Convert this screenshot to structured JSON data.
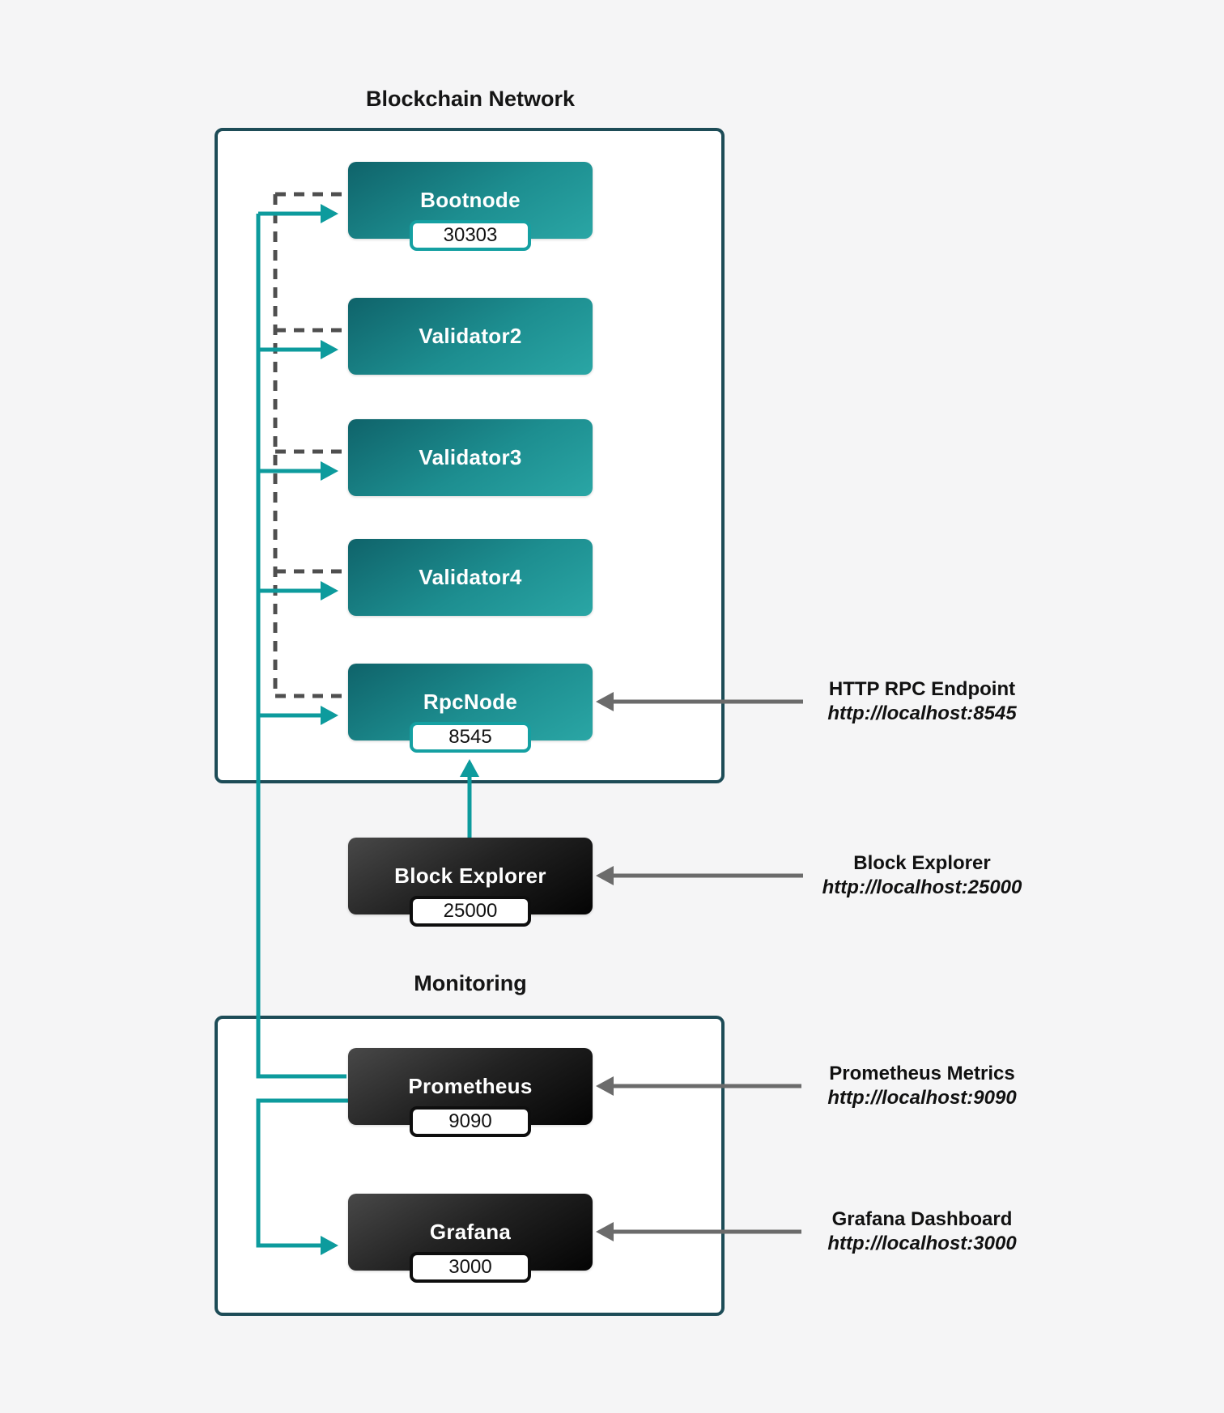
{
  "page": {
    "background": "#f5f5f6"
  },
  "colors": {
    "container_border": "#1d4c57",
    "teal_box_gradient_start": "#0f636a",
    "teal_box_gradient_end": "#2aa6a5",
    "dark_box_gradient_start": "#484848",
    "dark_box_gradient_end": "#040404",
    "teal_line": "#0d9b9d",
    "dashed_line": "#4f4f4f",
    "gray_line": "#6b6b6b",
    "badge_teal_border": "#15a0a2",
    "badge_dark_border": "#0e0e0e"
  },
  "clusters": {
    "blockchain": {
      "title": "Blockchain Network",
      "nodes": [
        {
          "label": "Bootnode",
          "port": "30303"
        },
        {
          "label": "Validator2"
        },
        {
          "label": "Validator3"
        },
        {
          "label": "Validator4"
        },
        {
          "label": "RpcNode",
          "port": "8545"
        }
      ]
    },
    "monitoring": {
      "title": "Monitoring",
      "nodes": [
        {
          "label": "Prometheus",
          "port": "9090"
        },
        {
          "label": "Grafana",
          "port": "3000"
        }
      ]
    }
  },
  "standalone": {
    "block_explorer": {
      "label": "Block Explorer",
      "port": "25000"
    }
  },
  "annotations": [
    {
      "title": "HTTP RPC Endpoint",
      "url": "http://localhost:8545"
    },
    {
      "title": "Block Explorer",
      "url": "http://localhost:25000"
    },
    {
      "title": "Prometheus Metrics",
      "url": "http://localhost:9090"
    },
    {
      "title": "Grafana Dashboard",
      "url": "http://localhost:3000"
    }
  ]
}
